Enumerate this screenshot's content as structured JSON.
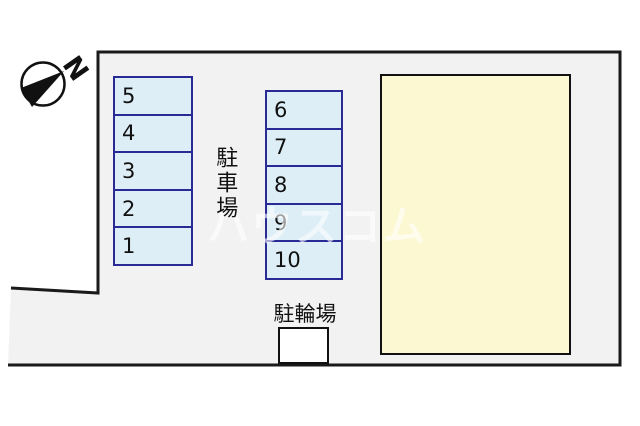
{
  "compass": {
    "label": "N"
  },
  "parking": {
    "area_label": "駐車場",
    "columns": [
      {
        "spots": [
          "5",
          "4",
          "3",
          "2",
          "1"
        ]
      },
      {
        "spots": [
          "6",
          "7",
          "8",
          "9",
          "10"
        ]
      }
    ]
  },
  "bicycle": {
    "label": "駐輪場"
  },
  "watermark": {
    "text": "ハウスコム"
  },
  "colors": {
    "site_fill": "#f2f2f2",
    "boundary_line": "#1a1a1a",
    "stall_fill": "#ddeef7",
    "stall_border": "#2a2a96",
    "building_fill": "#fcf8d2",
    "building_border": "#111111",
    "bicycle_fill": "#ffffff",
    "watermark_color": "rgba(255,255,255,0.6)"
  }
}
